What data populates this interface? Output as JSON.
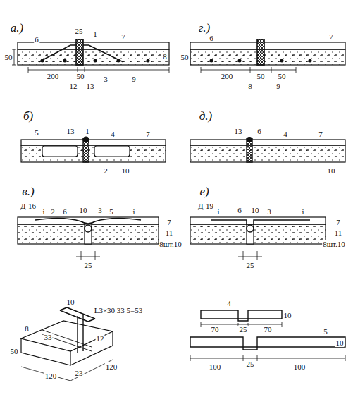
{
  "diagram": {
    "labels": [
      "а.)",
      "6",
      "25",
      "1",
      "7",
      "50",
      "200",
      "50",
      "12",
      "13",
      "3",
      "9",
      "8",
      "г.)",
      "6",
      "7",
      "50",
      "200",
      "50",
      "50",
      "8",
      "9",
      "б)",
      "5",
      "13",
      "1",
      "4",
      "7",
      "2",
      "10",
      "д.)",
      "13",
      "6",
      "4",
      "7",
      "10",
      "в.)",
      "Д-16",
      "i",
      "2",
      "6",
      "10",
      "3",
      "5",
      "i",
      "7",
      "11",
      "8шт.10",
      "25",
      "е)",
      "Д-19",
      "i",
      "6",
      "10",
      "3",
      "i",
      "7",
      "11",
      "8шт.10",
      "25",
      "10",
      "L3×30 33 5=53",
      "12",
      "8",
      "33",
      "50",
      "120",
      "23",
      "120",
      "4",
      "70",
      "25",
      "70",
      "10",
      "5",
      "100",
      "25",
      "100",
      "10"
    ]
  }
}
